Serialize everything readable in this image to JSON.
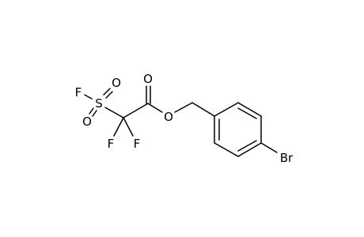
{
  "molecule": {
    "atoms": {
      "f_sulfonyl": "F",
      "s": "S",
      "o_s_upper": "O",
      "o_s_lower": "O",
      "f_cf2_left": "F",
      "f_cf2_right": "F",
      "o_carbonyl": "O",
      "o_ester": "O",
      "br": "Br"
    }
  }
}
